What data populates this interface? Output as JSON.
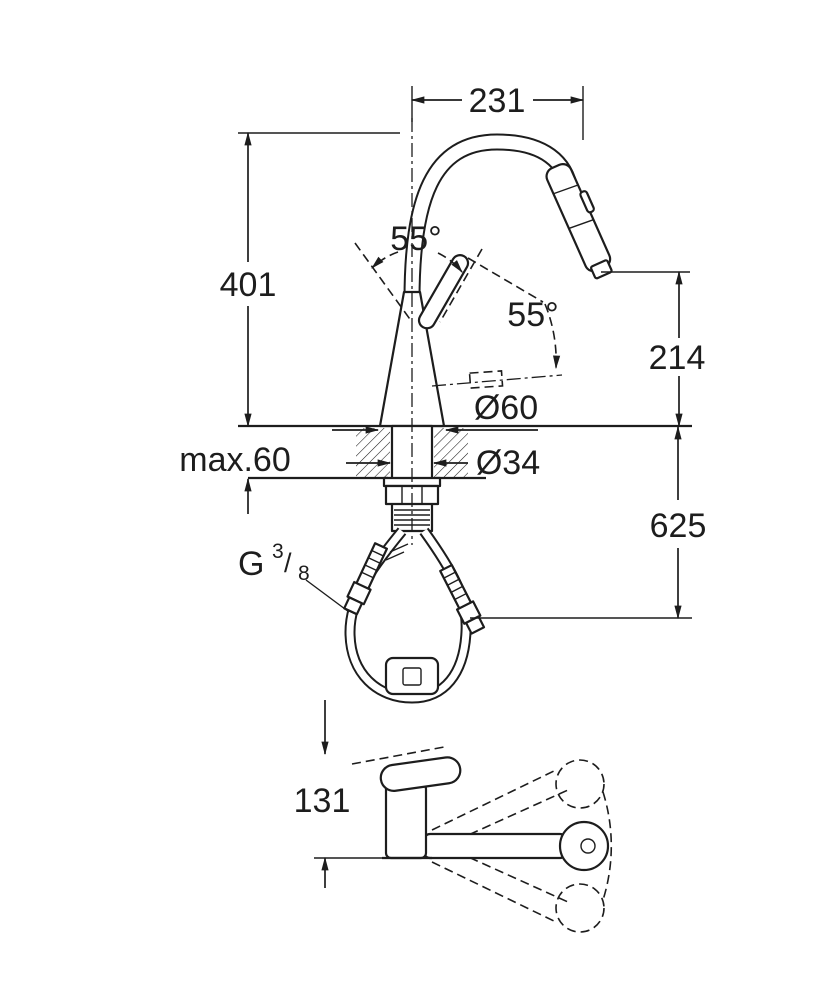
{
  "drawing": {
    "background": "#ffffff",
    "line_color": "#1d1d1d",
    "dimensions": {
      "spout_reach": "231",
      "height_to_spout_top": "401",
      "handle_swivel_angle": "55°",
      "handle_tilt_angle": "55°",
      "outlet_height": "214",
      "base_diameter": "Ø60",
      "max_mounting_thickness": "max.60",
      "hole_diameter": "Ø34",
      "clearance_below": "625",
      "side_view_height": "131"
    },
    "thread": {
      "letter": "G",
      "numerator": "3",
      "slash": "/",
      "denominator": "8"
    }
  }
}
